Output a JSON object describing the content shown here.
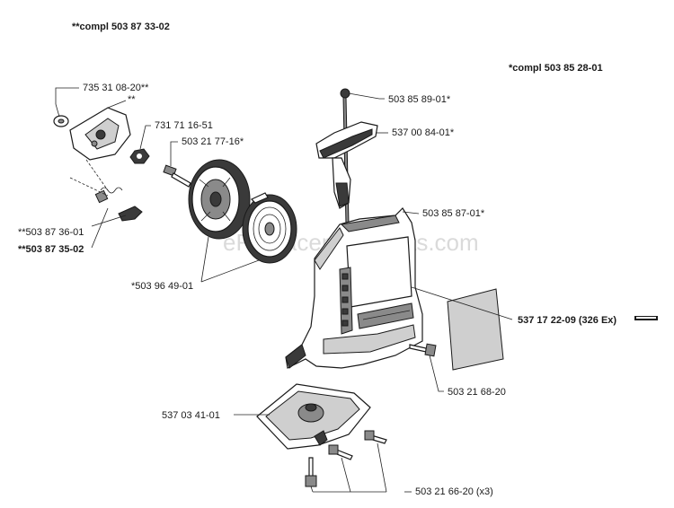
{
  "watermark": "eReplacementParts.com",
  "labels": {
    "compl_1": "**compl 503 87 33-02",
    "compl_2": "*compl 503 85 28-01",
    "p_735": "735 31 08-20**",
    "p_star2": "**",
    "p_731": "731 71 16-51",
    "p_50321": "503 21 77-16*",
    "p_503858": "503 85 89-01*",
    "p_537008": "537 00 84-01*",
    "p_503858701": "503 85 87-01*",
    "p_5038736": "**503 87 36-01",
    "p_5038735": "**503 87 35-02",
    "p_5039649": "*503 96 49-01",
    "p_537172": "537 17 22-09 (326 Ex)",
    "p_5032168": "503 21 68-20",
    "p_537034": "537 03 41-01",
    "p_5032166": "503 21 66-20 (x3)"
  }
}
